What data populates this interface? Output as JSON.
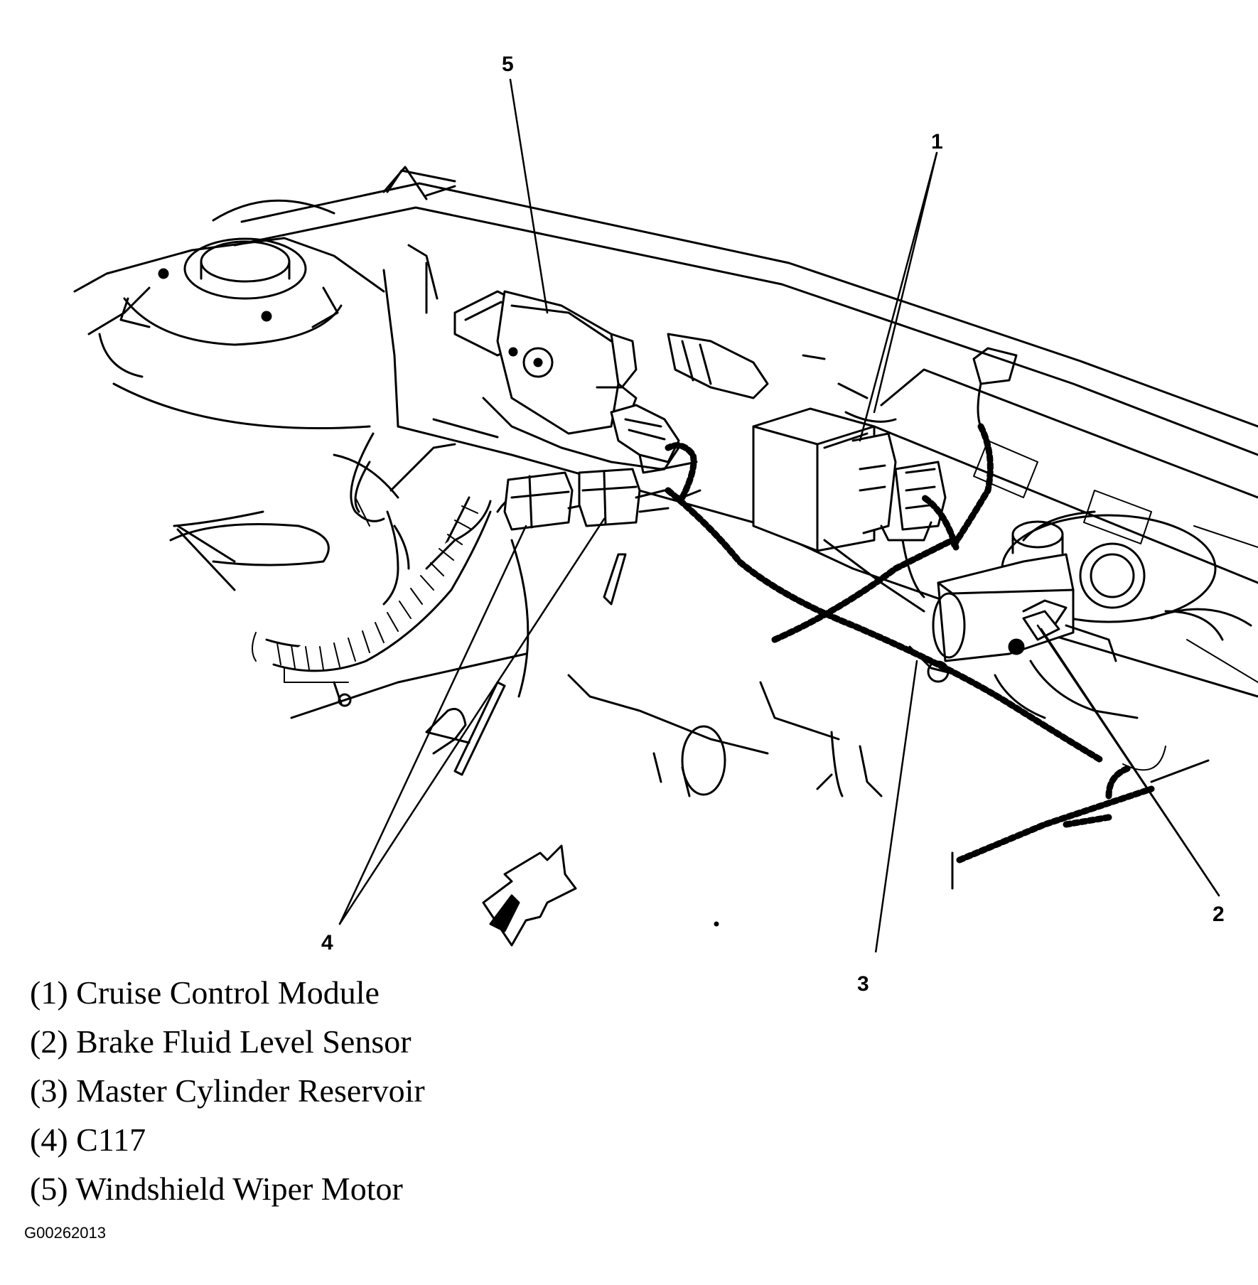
{
  "callouts": {
    "c1": "1",
    "c2": "2",
    "c3": "3",
    "c4": "4",
    "c5": "5"
  },
  "legend": [
    "(1) Cruise Control Module",
    "(2) Brake Fluid Level Sensor",
    "(3) Master Cylinder Reservoir",
    "(4) C117",
    "(5) Windshield Wiper Motor"
  ],
  "figure_id": "G00262013",
  "colors": {
    "line": "#000000",
    "background": "#ffffff"
  }
}
